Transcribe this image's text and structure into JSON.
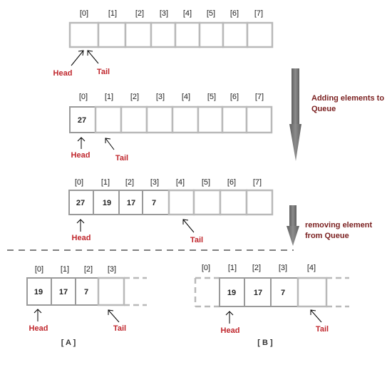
{
  "diagram": {
    "states": [
      {
        "id": "empty",
        "indices": [
          "[0]",
          "[1]",
          "[2]",
          "[3]",
          "[4]",
          "[5]",
          "[6]",
          "[7]"
        ],
        "values": [
          "",
          "",
          "",
          "",
          "",
          "",
          "",
          ""
        ],
        "head_label": "Head",
        "tail_label": "Tail"
      },
      {
        "id": "one-added",
        "indices": [
          "[0]",
          "[1]",
          "[2]",
          "[3]",
          "[4]",
          "[5]",
          "[6]",
          "[7]"
        ],
        "values": [
          "27",
          "",
          "",
          "",
          "",
          "",
          "",
          ""
        ],
        "head_label": "Head",
        "tail_label": "Tail"
      },
      {
        "id": "four-added",
        "indices": [
          "[0]",
          "[1]",
          "[2]",
          "[3]",
          "[4]",
          "[5]",
          "[6]",
          "[7]"
        ],
        "values": [
          "27",
          "19",
          "17",
          "7",
          "",
          "",
          "",
          ""
        ],
        "head_label": "Head",
        "tail_label": "Tail"
      }
    ],
    "step_labels": {
      "adding_line1": "Adding elements to",
      "adding_line2": "Queue",
      "removing_line1": "removing element",
      "removing_line2": "from Queue"
    },
    "option_a": {
      "indices": [
        "[0]",
        "[1]",
        "[2]",
        "[3]"
      ],
      "values": [
        "19",
        "17",
        "7",
        ""
      ],
      "head_label": "Head",
      "tail_label": "Tail",
      "caption": "[ A ]"
    },
    "option_b": {
      "indices": [
        "[0]",
        "[1]",
        "[2]",
        "[3]",
        "[4]"
      ],
      "values": [
        "19",
        "17",
        "7",
        ""
      ],
      "head_label": "Head",
      "tail_label": "Tail",
      "caption": "[ B ]"
    },
    "colors": {
      "cell_border": "#b9b9b9",
      "label_red": "#c0272d",
      "label_dark_red": "#7a1f1f",
      "arrow_fill": "#707070"
    }
  }
}
